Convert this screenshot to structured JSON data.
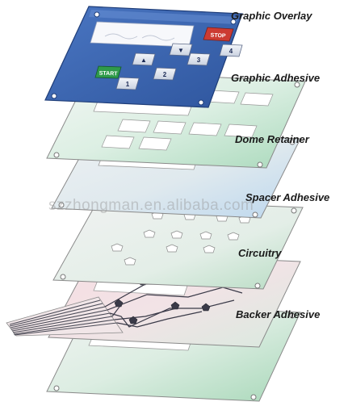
{
  "labels": {
    "graphic_overlay": "Graphic Overlay",
    "graphic_adhesive": "Graphic Adhesive",
    "dome_retainer": "Dome Retainer",
    "spacer_adhesive": "Spacer Adhesive",
    "circuitry": "Circuitry",
    "backer_adhesive": "Backer Adhesive"
  },
  "keypad": {
    "start": "START",
    "stop": "STOP",
    "up_arrow": "▲",
    "down_arrow": "▼",
    "key_1": "1",
    "key_2": "2",
    "key_3": "3",
    "key_4": "4"
  },
  "watermark": "szzhongman.en.alibaba.com",
  "colors": {
    "overlay_blue": "#3a64b0",
    "adhesive_green": "#bfe3cc",
    "retainer_blue": "#d6e6f4",
    "circuit_pink": "#efc4cc",
    "trace_dark": "#3a3a48"
  }
}
